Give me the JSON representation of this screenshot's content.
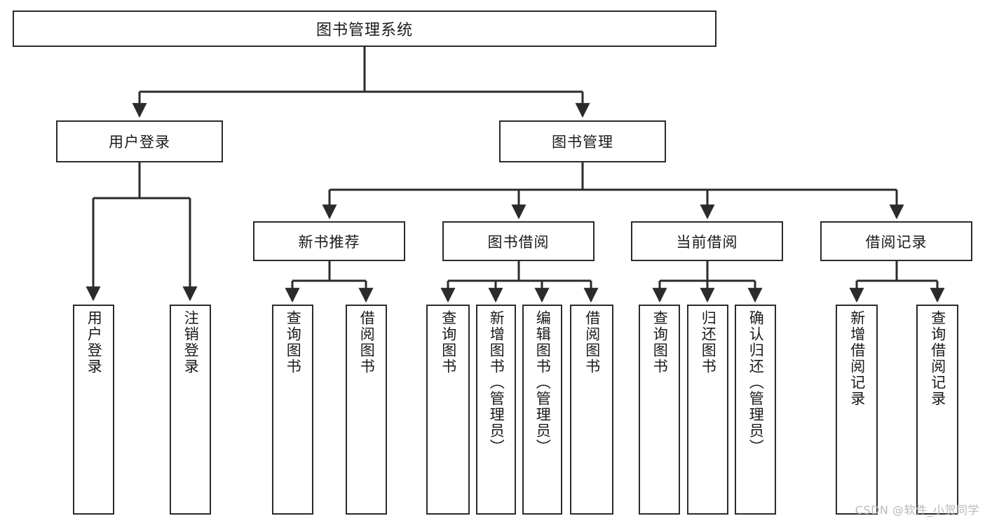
{
  "diagram": {
    "type": "tree-hierarchy",
    "title": "图书管理系统",
    "watermark": "CSDN @软件_小贺同学",
    "colors": {
      "box_border": "#2b2b2b",
      "box_fill": "#ffffff",
      "connector": "#2b2b2b",
      "text": "#1a1a1a",
      "watermark": "#b9b9b9"
    },
    "levels": {
      "level1": [
        {
          "id": "root",
          "label": "图书管理系统"
        }
      ],
      "level2": [
        {
          "id": "user-login",
          "label": "用户登录"
        },
        {
          "id": "book-manage",
          "label": "图书管理"
        }
      ],
      "level3": [
        {
          "id": "new-book-recommend",
          "label": "新书推荐",
          "parent": "book-manage"
        },
        {
          "id": "book-borrow",
          "label": "图书借阅",
          "parent": "book-manage"
        },
        {
          "id": "current-borrow",
          "label": "当前借阅",
          "parent": "book-manage"
        },
        {
          "id": "borrow-record",
          "label": "借阅记录",
          "parent": "book-manage"
        }
      ],
      "leaves": [
        {
          "id": "leaf-user-login",
          "label": "用户登录",
          "parent": "user-login"
        },
        {
          "id": "leaf-logout",
          "label": "注销登录",
          "parent": "user-login"
        },
        {
          "id": "leaf-query-book-1",
          "label": "查询图书",
          "parent": "new-book-recommend"
        },
        {
          "id": "leaf-borrow-book-1",
          "label": "借阅图书",
          "parent": "new-book-recommend"
        },
        {
          "id": "leaf-query-book-2",
          "label": "查询图书",
          "parent": "book-borrow"
        },
        {
          "id": "leaf-add-book",
          "label": "新增图书（管理员）",
          "parent": "book-borrow"
        },
        {
          "id": "leaf-edit-book",
          "label": "编辑图书（管理员）",
          "parent": "book-borrow"
        },
        {
          "id": "leaf-borrow-book-2",
          "label": "借阅图书",
          "parent": "book-borrow"
        },
        {
          "id": "leaf-query-book-3",
          "label": "查询图书",
          "parent": "current-borrow"
        },
        {
          "id": "leaf-return-book",
          "label": "归还图书",
          "parent": "current-borrow"
        },
        {
          "id": "leaf-confirm-return",
          "label": "确认归还（管理员）",
          "parent": "current-borrow"
        },
        {
          "id": "leaf-add-record",
          "label": "新增借阅记录",
          "parent": "borrow-record"
        },
        {
          "id": "leaf-query-record",
          "label": "查询借阅记录",
          "parent": "borrow-record"
        }
      ]
    }
  }
}
